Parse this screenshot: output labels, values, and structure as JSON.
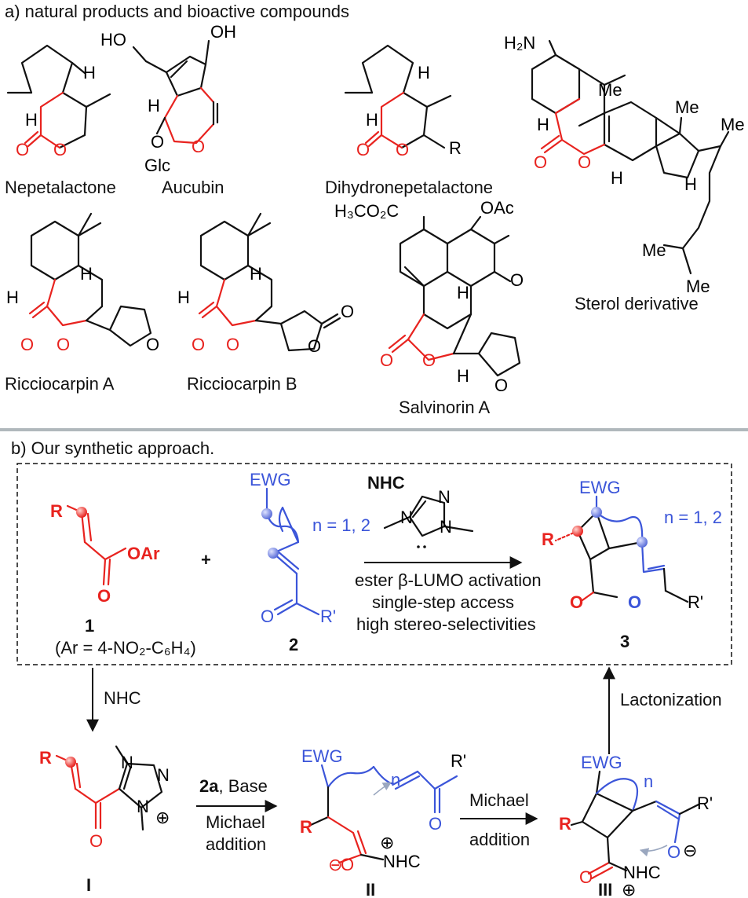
{
  "section_a": {
    "heading": "a) natural products and bioactive compounds",
    "compounds": [
      {
        "name": "Nepetalactone"
      },
      {
        "name": "Aucubin"
      },
      {
        "name": "Dihydronepetalactone"
      },
      {
        "name": "Sterol derivative"
      },
      {
        "name": "Ricciocarpin A"
      },
      {
        "name": "Ricciocarpin B"
      },
      {
        "name": "Salvinorin A"
      }
    ],
    "atoms": {
      "h": "H",
      "o": "O",
      "oh": "OH",
      "ho": "HO",
      "glc": "Glc",
      "r": "R",
      "h2n": "H₂N",
      "me": "Me",
      "oac": "OAc",
      "h3co2c": "H₃CO₂C"
    }
  },
  "section_b": {
    "heading": "b) Our synthetic approach.",
    "reactant1": {
      "label": "1",
      "r": "R",
      "oar": "OAr",
      "o": "O",
      "note": "(Ar = 4-NO₂-C₆H₄)"
    },
    "plus": "+",
    "reactant2": {
      "label": "2",
      "ewg": "EWG",
      "n_text": "n = 1, 2",
      "n": "n",
      "o": "O",
      "rprime": "R'"
    },
    "catalyst": {
      "label": "NHC",
      "n": "N"
    },
    "conditions": [
      "ester β-LUMO activation",
      "single-step access",
      "high stereo-selectivities"
    ],
    "product3": {
      "label": "3",
      "ewg": "EWG",
      "n_text": "n = 1, 2",
      "r": "R",
      "o": "O",
      "rprime": "R'"
    },
    "step_nhc": "NHC",
    "step_lactonization": "Lactonization",
    "intermediate1": {
      "label": "I",
      "r": "R",
      "o": "O",
      "n": "N",
      "plus": "⊕"
    },
    "step_michael1": {
      "reagent_bold": "2a",
      "reagent_rest": ", Base",
      "line1": "Michael",
      "line2": "addition"
    },
    "intermediate2": {
      "label": "II",
      "ewg": "EWG",
      "n": "n",
      "r": "R",
      "o": "O",
      "rprime": "R'",
      "nhc": "NHC",
      "plus": "⊕",
      "minus": "⊖"
    },
    "step_michael2": {
      "line1": "Michael",
      "line2": "addition"
    },
    "intermediate3": {
      "label": "III",
      "ewg": "EWG",
      "n": "n",
      "r": "R",
      "o": "O",
      "rprime": "R'",
      "nhc": "NHC",
      "plus": "⊕",
      "minus": "⊖"
    }
  },
  "colors": {
    "red": "#e8231f",
    "blue": "#3b55d9",
    "black": "#111111",
    "divider": "#b0b8bc"
  }
}
